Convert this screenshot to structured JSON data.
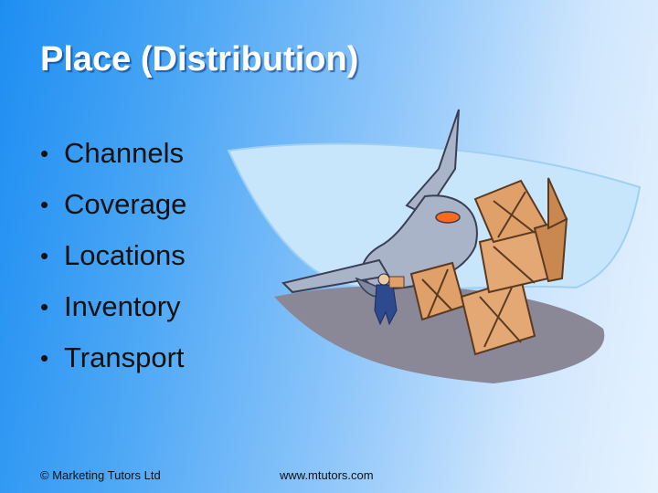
{
  "slide": {
    "title": "Place (Distribution)",
    "bullet_symbol": "•",
    "bullets": [
      "Channels",
      "Coverage",
      "Locations",
      "Inventory",
      "Transport"
    ],
    "illustration": "cargo-airplane-with-boxes-clipart",
    "footer_left": "© Marketing Tutors Ltd",
    "footer_right": "www.mtutors.com"
  },
  "colors": {
    "title": "#ffffff",
    "text": "#111111",
    "background_start": "#1e8ef2",
    "background_end": "#e6f3ff",
    "box": "#e0a06a",
    "plane": "#a9b3c6"
  }
}
